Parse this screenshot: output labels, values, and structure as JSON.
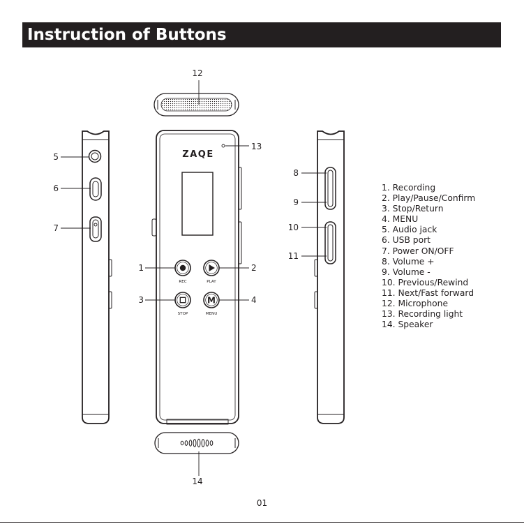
{
  "title": "Instruction of Buttons",
  "brand": "ZAQE",
  "buttons": {
    "rec": "REC",
    "play": "PLAY",
    "stop": "STOP",
    "menu": "MENU",
    "menu_glyph": "M"
  },
  "callouts": [
    "1",
    "2",
    "3",
    "4",
    "5",
    "6",
    "7",
    "8",
    "9",
    "10",
    "11",
    "12",
    "13",
    "14"
  ],
  "legend": [
    "1. Recording",
    "2. Play/Pause/Confirm",
    "3. Stop/Return",
    "4. MENU",
    "5. Audio jack",
    "6. USB port",
    "7. Power ON/OFF",
    "8. Volume +",
    "9. Volume -",
    "10. Previous/Rewind",
    "11. Next/Fast forward",
    "12. Microphone",
    "13. Recording light",
    "14. Speaker"
  ],
  "page_number": "01",
  "colors": {
    "ink": "#231f20",
    "background": "#ffffff",
    "title_text": "#ffffff"
  }
}
